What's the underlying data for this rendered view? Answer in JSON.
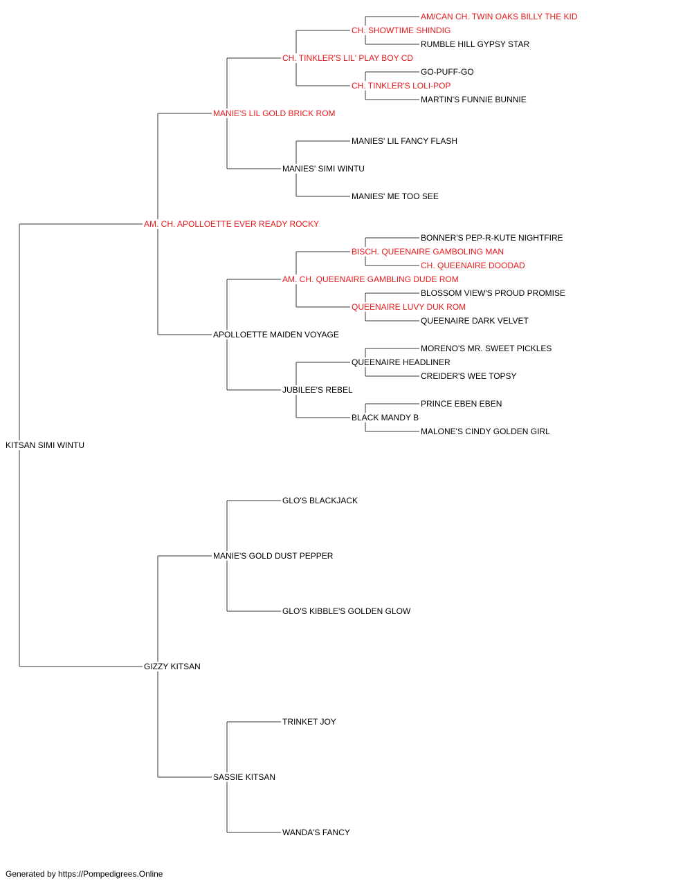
{
  "colors": {
    "normal": "#000000",
    "highlight": "#e8191a",
    "line": "#333333"
  },
  "root": {
    "name": "KITSAN SIMI WINTU",
    "highlight": false,
    "sire": {
      "name": "AM. CH. APOLLOETTE EVER READY ROCKY",
      "highlight": true,
      "sire": {
        "name": "MANIE'S LIL GOLD BRICK ROM",
        "highlight": true,
        "sire": {
          "name": "CH. TINKLER'S LIL' PLAY BOY CD",
          "highlight": true,
          "sire": {
            "name": "CH. SHOWTIME SHINDIG",
            "highlight": true,
            "sire": {
              "name": "AM/CAN CH. TWIN OAKS BILLY THE KID",
              "highlight": true
            },
            "dam": {
              "name": "RUMBLE HILL GYPSY STAR",
              "highlight": false
            }
          },
          "dam": {
            "name": "CH. TINKLER'S LOLI-POP",
            "highlight": true,
            "sire": {
              "name": "GO-PUFF-GO",
              "highlight": false
            },
            "dam": {
              "name": "MARTIN'S FUNNIE BUNNIE",
              "highlight": false
            }
          }
        },
        "dam": {
          "name": "MANIES' SIMI WINTU",
          "highlight": false,
          "sire": {
            "name": "MANIES' LIL FANCY FLASH",
            "highlight": false
          },
          "dam": {
            "name": "MANIES' ME TOO SEE",
            "highlight": false
          }
        }
      },
      "dam": {
        "name": "APOLLOETTE MAIDEN VOYAGE",
        "highlight": false,
        "sire": {
          "name": "AM. CH. QUEENAIRE GAMBLING DUDE ROM",
          "highlight": true,
          "sire": {
            "name": "BISCH. QUEENAIRE GAMBOLING MAN",
            "highlight": true,
            "sire": {
              "name": "BONNER'S PEP-R-KUTE NIGHTFIRE",
              "highlight": false
            },
            "dam": {
              "name": "CH. QUEENAIRE DOODAD",
              "highlight": true
            }
          },
          "dam": {
            "name": "QUEENAIRE LUVY DUK ROM",
            "highlight": true,
            "sire": {
              "name": "BLOSSOM VIEW'S PROUD PROMISE",
              "highlight": false
            },
            "dam": {
              "name": "QUEENAIRE DARK VELVET",
              "highlight": false
            }
          }
        },
        "dam": {
          "name": "JUBILEE'S REBEL",
          "highlight": false,
          "sire": {
            "name": "QUEENAIRE HEADLINER",
            "highlight": false,
            "sire": {
              "name": "MORENO'S MR. SWEET PICKLES",
              "highlight": false
            },
            "dam": {
              "name": "CREIDER'S WEE TOPSY",
              "highlight": false
            }
          },
          "dam": {
            "name": "BLACK MANDY B",
            "highlight": false,
            "sire": {
              "name": "PRINCE EBEN EBEN",
              "highlight": false
            },
            "dam": {
              "name": "MALONE'S CINDY GOLDEN GIRL",
              "highlight": false
            }
          }
        }
      }
    },
    "dam": {
      "name": "GIZZY KITSAN",
      "highlight": false,
      "sire": {
        "name": "MANIE'S GOLD DUST PEPPER",
        "highlight": false,
        "sire": {
          "name": "GLO'S BLACKJACK",
          "highlight": false
        },
        "dam": {
          "name": "GLO'S KIBBLE'S GOLDEN GLOW",
          "highlight": false
        }
      },
      "dam": {
        "name": "SASSIE KITSAN",
        "highlight": false,
        "sire": {
          "name": "TRINKET JOY",
          "highlight": false
        },
        "dam": {
          "name": "WANDA'S FANCY",
          "highlight": false
        }
      }
    }
  },
  "footer": "Generated by https://Pompedigrees.Online"
}
